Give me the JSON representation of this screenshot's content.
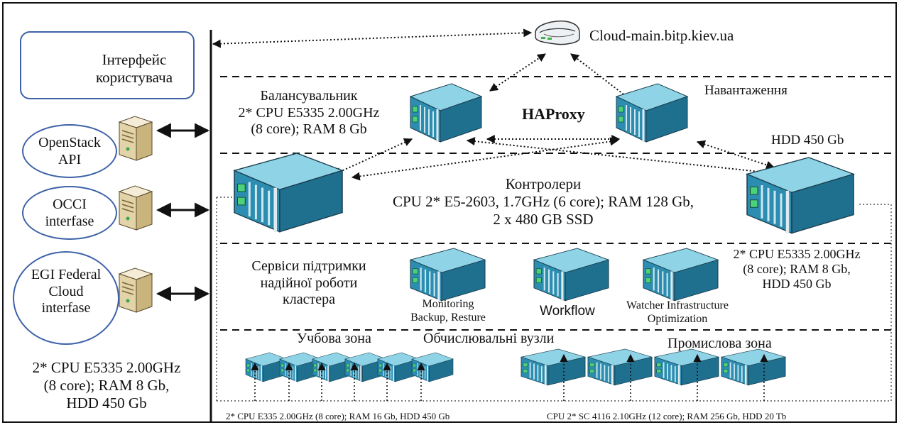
{
  "user_interface": {
    "line1": "Інтерфейс",
    "line2": "користувача"
  },
  "apis": [
    {
      "line1": "OpenStack",
      "line2": "API",
      "line3": ""
    },
    {
      "line1": "OCCI",
      "line2": "interfase",
      "line3": ""
    },
    {
      "line1": "EGI Federal",
      "line2": "Cloud",
      "line3": "interfase"
    }
  ],
  "api_server_specs": {
    "line1": "2* CPU E5335 2.00GHz",
    "line2": "(8 core); RAM 8 Gb,",
    "line3": "HDD 450 Gb"
  },
  "cloud_main": "Cloud-main.bitp.kiev.ua",
  "balancer": {
    "line1": "Балансувальник",
    "line2": "2* CPU E5335 2.00GHz",
    "line3": "(8 core); RAM 8 Gb"
  },
  "haproxy": "HAProxy",
  "load": "Навантаження",
  "hdd_top": "HDD 450 Gb",
  "controllers": {
    "line1": "Контролери",
    "line2": "CPU 2* E5-2603, 1.7GHz (6 core); RAM 128 Gb,",
    "line3": "2 x 480 GB SSD"
  },
  "services": {
    "line1": "Сервіси підтримки",
    "line2": "надійної роботи",
    "line3": "кластера"
  },
  "service_specs": {
    "line1": "2* CPU E5335 2.00GHz",
    "line2": "(8 core); RAM 8 Gb,",
    "line3": "HDD 450 Gb"
  },
  "monitoring": {
    "line1": "Monitoring",
    "line2": "Backup, Resture"
  },
  "workflow": "Workflow",
  "watcher": {
    "line1": "Watcher Infrastructure",
    "line2": "Optimization"
  },
  "zones": {
    "training": "Учбова зона",
    "compute": "Обчислювальні вузли",
    "industrial": "Промислова зона"
  },
  "training_nodes_spec": "2* CPU E335 2.00GHz (8 core); RAM 16 Gb, HDD 450 Gb",
  "industrial_nodes_spec": "CPU 2* SC 4116 2.10GHz (12 core); RAM 256 Gb, HDD 20 Tb",
  "icons": {
    "server": "server-rack-icon",
    "tower": "tower-server-icon",
    "router": "router-icon",
    "user": "user-avatar-icon"
  },
  "colors": {
    "server_top": "#7fc8dc",
    "server_front": "#2f7f9f",
    "server_side": "#1f5f7a",
    "accent_outline": "#3e62a8",
    "tower": "#e8dcc0"
  }
}
